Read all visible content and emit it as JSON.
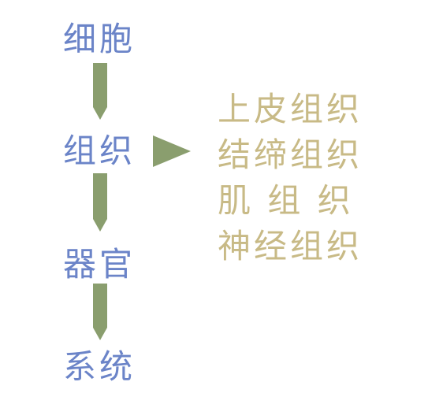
{
  "colors": {
    "level_text": "#6b84c8",
    "tissue_text": "#c8ba86",
    "arrow_fill": "#8a9e6e"
  },
  "hierarchy": {
    "levels": [
      "细胞",
      "组织",
      "器官",
      "系统"
    ]
  },
  "tissue_types": {
    "items": [
      "上皮组织",
      "结缔组织",
      "肌 组 织",
      "神经组织"
    ]
  }
}
